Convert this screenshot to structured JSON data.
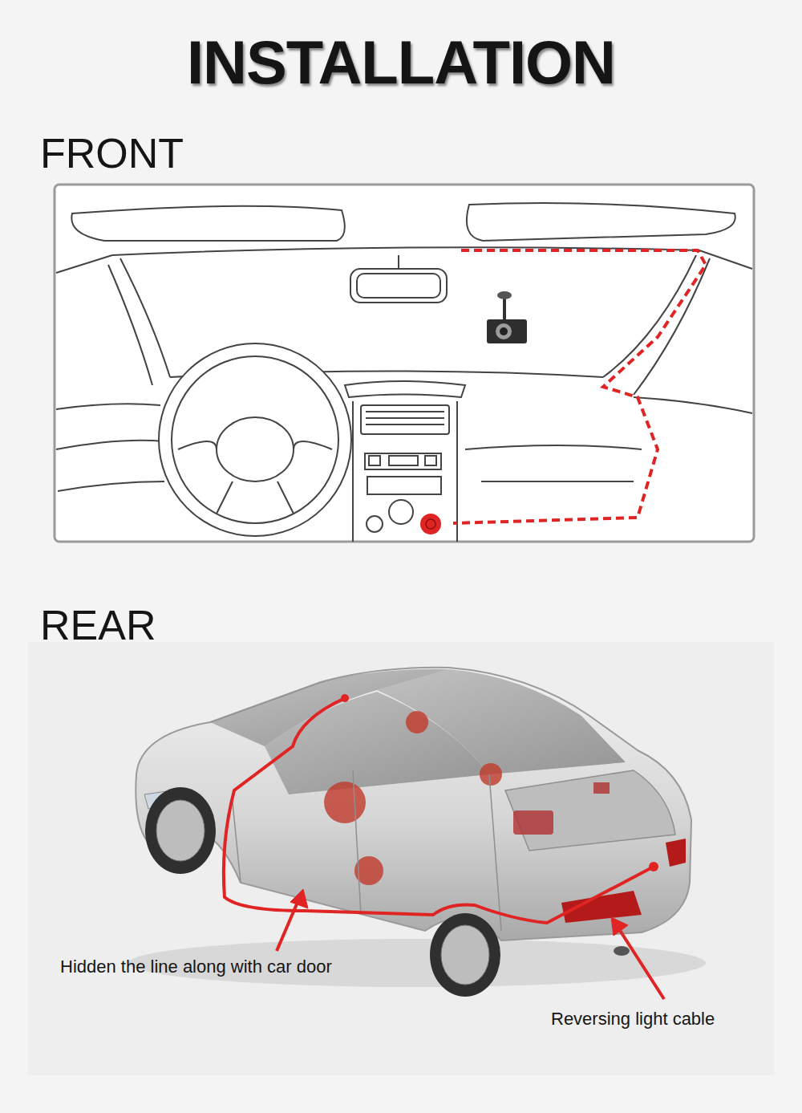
{
  "diagram": {
    "title": "INSTALLATION",
    "labels": [
      "FRONT",
      "REAR",
      "Hidden the line along with car door",
      "Reversing light cable"
    ]
  }
}
